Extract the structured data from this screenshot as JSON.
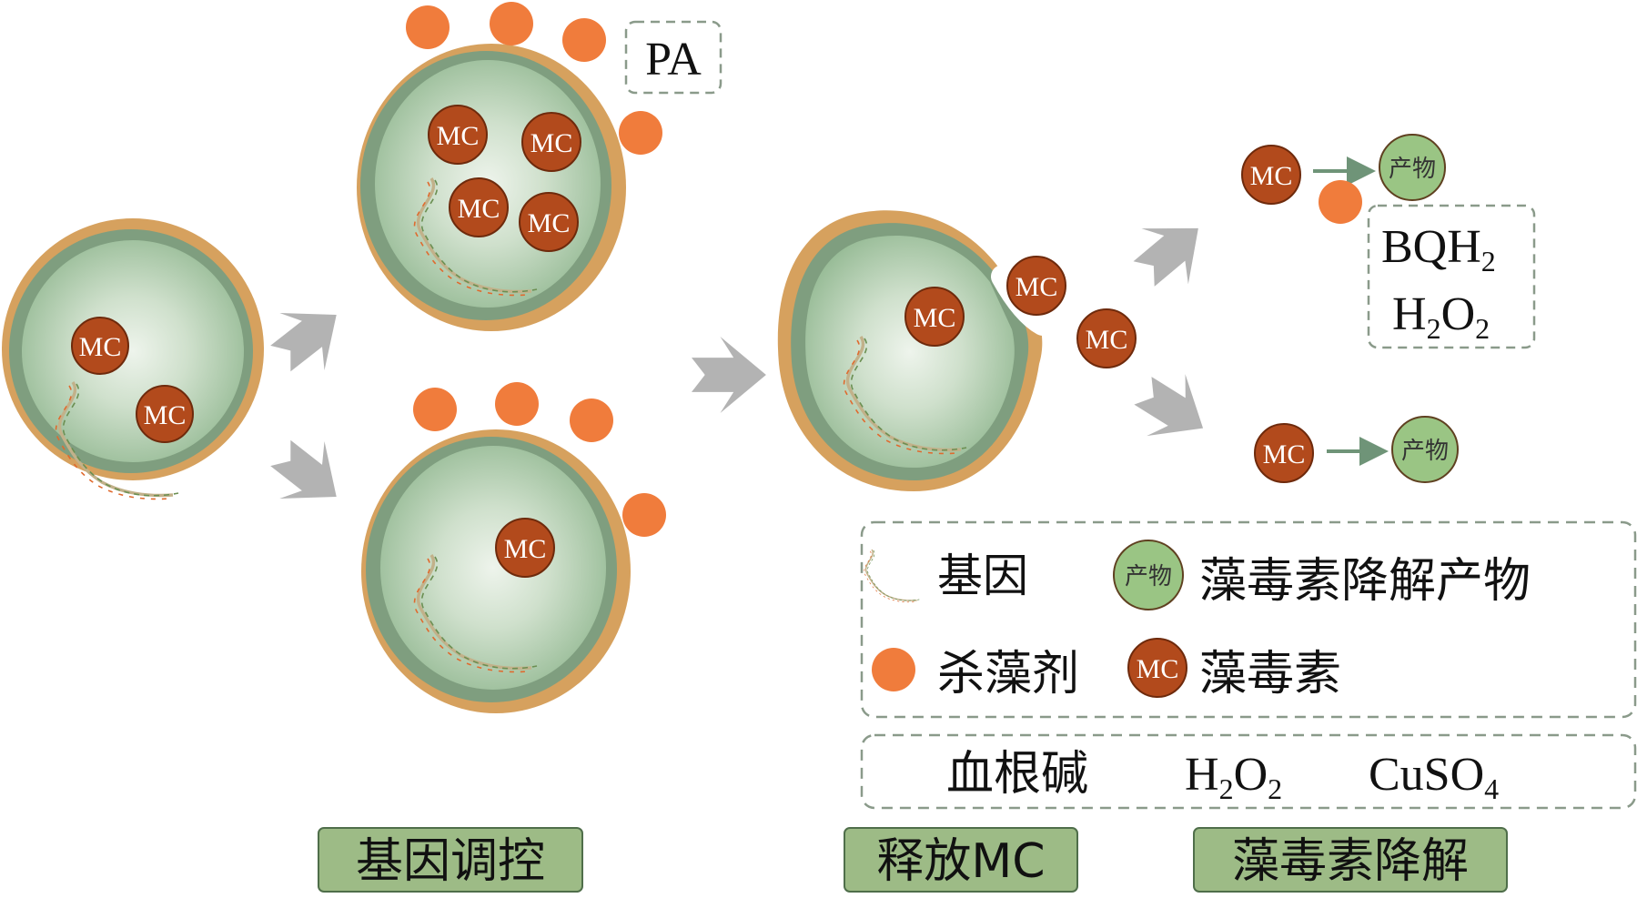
{
  "labels": {
    "mc": "MC",
    "product": "产物",
    "pa": "PA"
  },
  "chem": {
    "bqh2": {
      "base": "BQH",
      "sub": "2"
    },
    "h2o2": {
      "a": "H",
      "sub1": "2",
      "b": "O",
      "sub2": "2"
    },
    "cuso4": {
      "base": "CuSO",
      "sub": "4"
    }
  },
  "legend": {
    "gene": "基因",
    "algicide": "杀藻剂",
    "toxin": "藻毒素",
    "degradation_product": "藻毒素降解产物"
  },
  "reagents": {
    "berberine": "血根碱"
  },
  "stages": {
    "gene_regulation": "基因调控",
    "release_mc": "释放MC",
    "toxin_degradation": "藻毒素降解"
  },
  "colors": {
    "cell_fill": "#a9c9a6",
    "cell_inner": "#dce9da",
    "cell_ring": "#7f9e7f",
    "cell_wall": "#d6a15e",
    "mc_fill": "#b24a1c",
    "algicide": "#f07c3c",
    "product_fill": "#9ac584",
    "arrow": "#b3b3b3",
    "stage_fill": "#9dbb86",
    "dashed": "#8a9a8a"
  }
}
